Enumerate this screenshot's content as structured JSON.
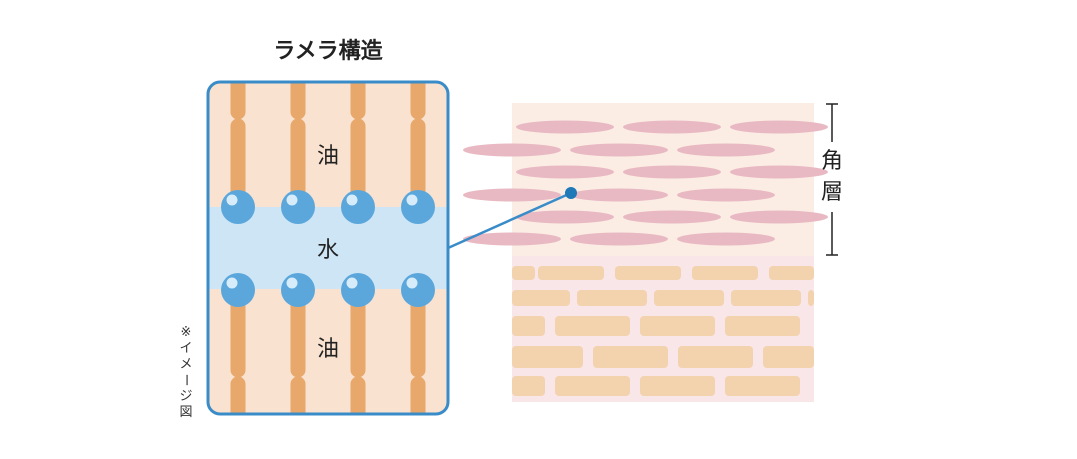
{
  "lamellar": {
    "title": "ラメラ構造",
    "oil_top_label": "油",
    "water_label": "水",
    "oil_bottom_label": "油"
  },
  "stratum": {
    "label_char_1": "角",
    "label_char_2": "層"
  },
  "note": {
    "char_1": "※",
    "char_2": "イ",
    "char_3": "メ",
    "char_4": "ー",
    "char_5": "ジ",
    "char_6": "図"
  },
  "colors": {
    "frame_blue": "#3a8cc8",
    "oil_bg": "#f9e2cf",
    "water_band": "#cde5f5",
    "oil_rod": "#e8a86c",
    "sphere": "#5ba7dc",
    "sphere_highlight": "#d6ecfa",
    "skin_upper_bg": "#fbede4",
    "skin_lower_bg": "#f9e6e8",
    "corneocyte": "#e9b9c3",
    "brick": "#f3d2ae",
    "text": "#222222"
  }
}
